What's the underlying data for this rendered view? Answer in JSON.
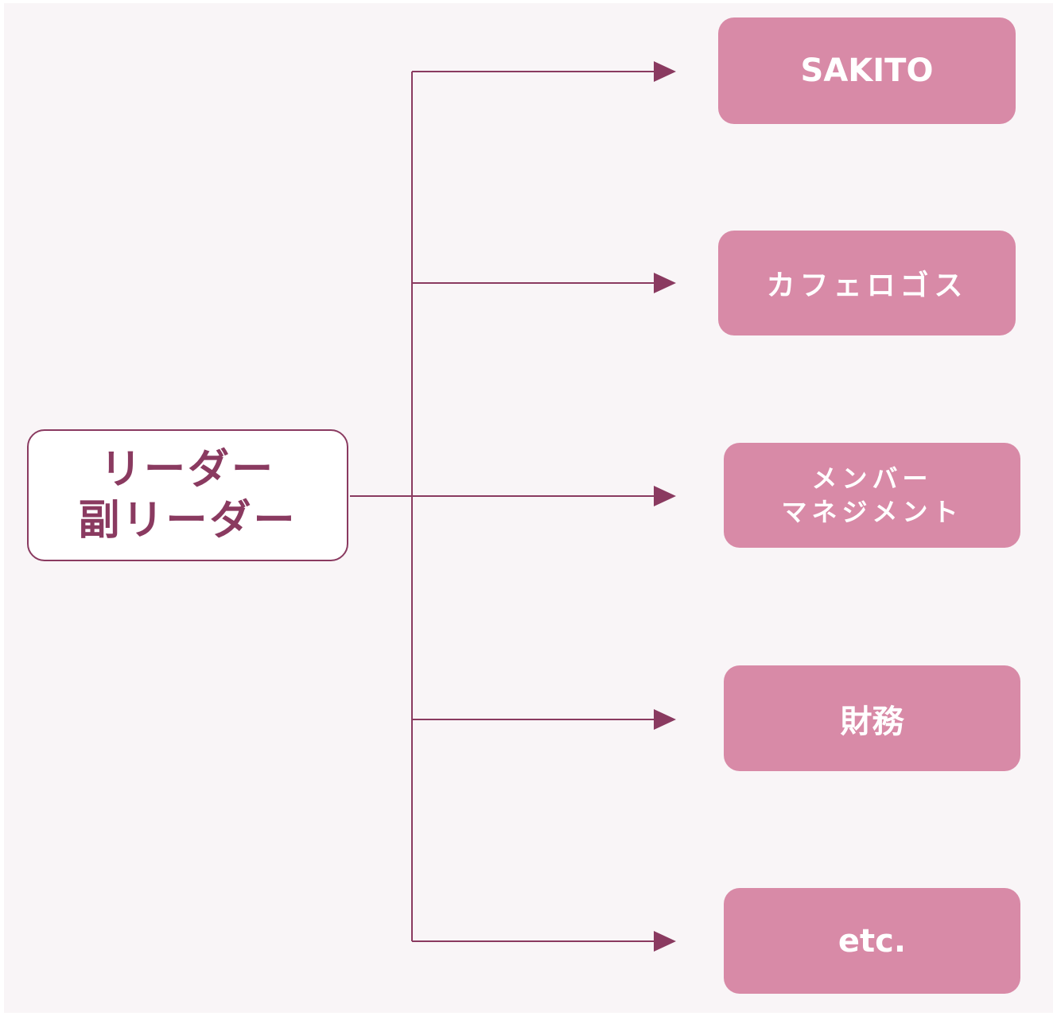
{
  "diagram": {
    "source": {
      "lines": [
        "リーダー",
        "副リーダー"
      ]
    },
    "targets": [
      {
        "lines": [
          "SAKITO"
        ]
      },
      {
        "lines": [
          "カフェロゴス"
        ]
      },
      {
        "lines": [
          "メンバー",
          "マネジメント"
        ]
      },
      {
        "lines": [
          "財務"
        ]
      },
      {
        "lines": [
          "etc."
        ]
      }
    ]
  },
  "colors": {
    "connector": "#8a3a60",
    "source_border": "#8a3a60",
    "source_text": "#8a3a60",
    "target_fill": "#d88aa7",
    "target_text": "#ffffff",
    "background": "#f9f5f7"
  }
}
